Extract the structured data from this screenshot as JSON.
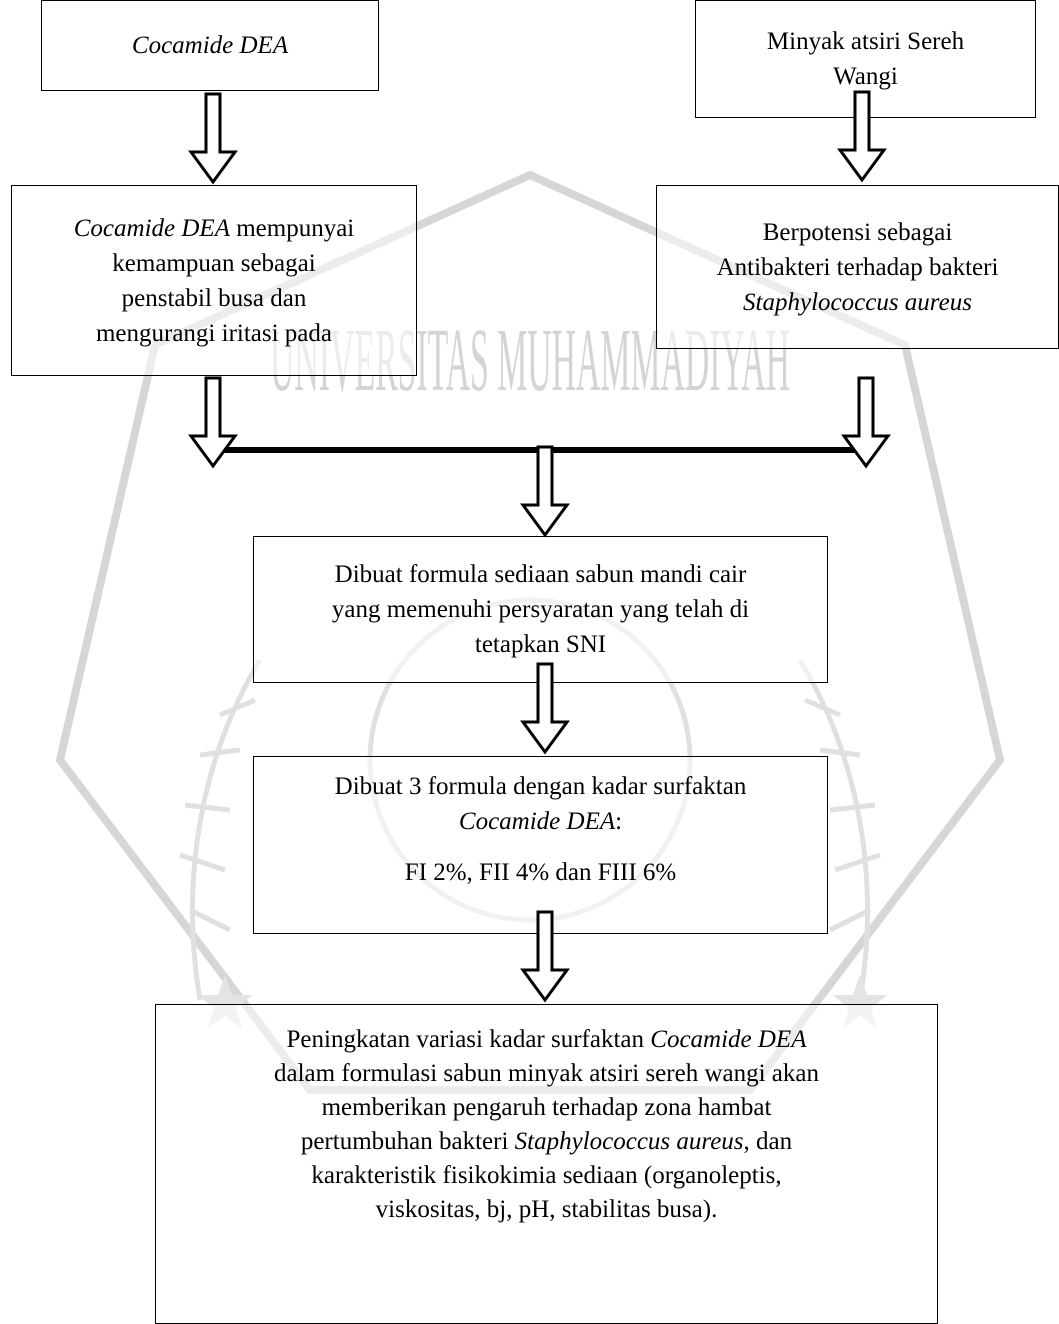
{
  "watermark": {
    "arc_text": "UNIVERSITAS MUHAMMADIYAH",
    "color": "#d2d2d2"
  },
  "boxes": {
    "cocamide": {
      "text": "Cocamide DEA"
    },
    "minyak": {
      "line1": "Minyak atsiri Sereh",
      "line2": "Wangi"
    },
    "cocamide_desc": {
      "l1_italic": "Cocamide DEA",
      "l1_rest": " mempunyai",
      "l2": "kemampuan sebagai",
      "l3": "penstabil busa dan",
      "l4": "mengurangi iritasi pada"
    },
    "antibakteri": {
      "l1": "Berpotensi sebagai",
      "l2": "Antibakteri terhadap bakteri",
      "l3_italic": "Staphylococcus aureus"
    },
    "formula_sni": {
      "l1": "Dibuat formula sediaan sabun mandi cair",
      "l2": "yang memenuhi persyaratan yang telah di",
      "l3": "tetapkan SNI"
    },
    "tiga_formula": {
      "l1": "Dibuat 3 formula dengan kadar surfaktan",
      "l2_italic": "Cocamide DEA",
      "l2_rest": ":",
      "l3": "FI 2%, FII 4% dan FIII 6%"
    },
    "hipotesis": {
      "l1_pre": "Peningkatan variasi kadar surfaktan ",
      "l1_italic": "Cocamide DEA",
      "l2": "dalam formulasi sabun minyak atsiri sereh wangi akan",
      "l3": "memberikan pengaruh terhadap zona hambat",
      "l4_pre": "pertumbuhan bakteri ",
      "l4_italic": "Staphylococcus aureus",
      "l4_rest": ", dan",
      "l5": "karakteristik fisikokimia sediaan (organoleptis,",
      "l6": "viskositas, bj, pH, stabilitas busa)."
    }
  }
}
